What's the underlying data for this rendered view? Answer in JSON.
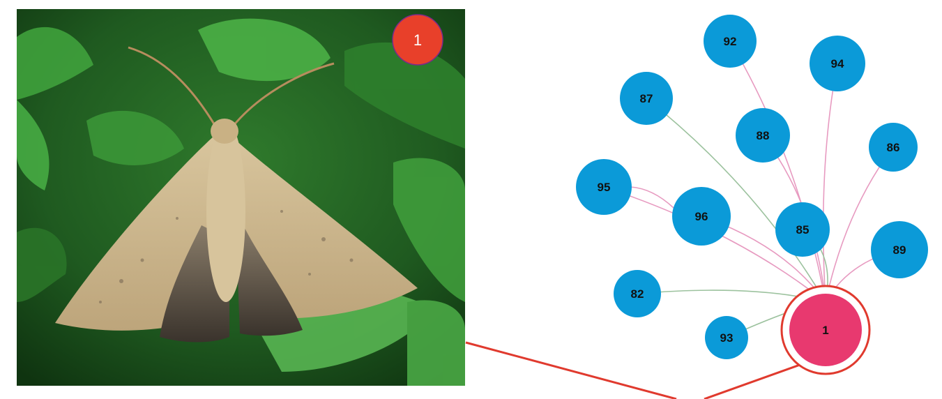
{
  "photo": {
    "description_icon": "moth-on-leaves-photo",
    "badge": {
      "label": "1",
      "color": "#e8402a"
    }
  },
  "network": {
    "center_node": {
      "label": "1",
      "fill": "#e8396f",
      "ring": "#e03a2e"
    },
    "node_color": "#0b9ad8",
    "edge_colors": {
      "pink": "#e79ac0",
      "green": "#9cc29e"
    },
    "connector_color": "#e03a2e",
    "nodes": [
      {
        "id": "92",
        "label": "92",
        "edge": "pink"
      },
      {
        "id": "94",
        "label": "94",
        "edge": "pink"
      },
      {
        "id": "87",
        "label": "87",
        "edge": "green"
      },
      {
        "id": "88",
        "label": "88",
        "edge": "pink"
      },
      {
        "id": "86",
        "label": "86",
        "edge": "pink"
      },
      {
        "id": "95",
        "label": "95",
        "edge": "pink"
      },
      {
        "id": "96",
        "label": "96",
        "edge": "pink"
      },
      {
        "id": "85",
        "label": "85",
        "edge": "green"
      },
      {
        "id": "89",
        "label": "89",
        "edge": "pink"
      },
      {
        "id": "82",
        "label": "82",
        "edge": "green"
      },
      {
        "id": "93",
        "label": "93",
        "edge": "green"
      }
    ]
  }
}
